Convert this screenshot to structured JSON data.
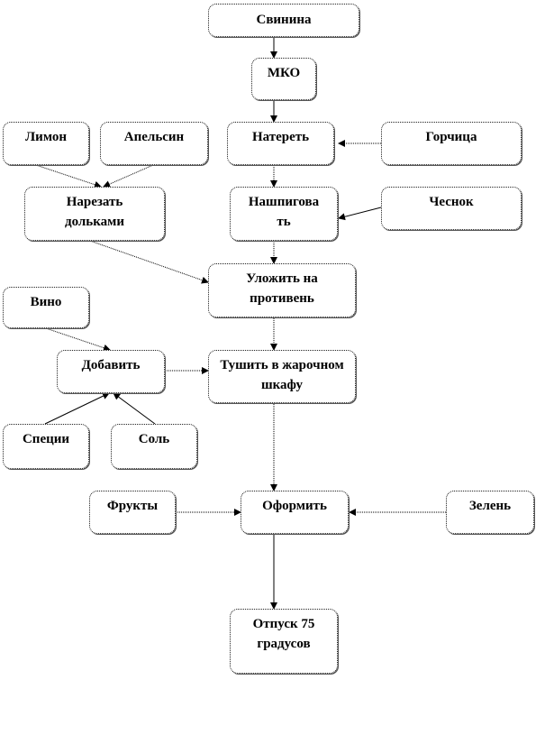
{
  "nodes": {
    "pork": {
      "lines": [
        "Свинина"
      ]
    },
    "mko": {
      "lines": [
        "МКО"
      ]
    },
    "lemon": {
      "lines": [
        "Лимон"
      ]
    },
    "orange": {
      "lines": [
        "Апельсин"
      ]
    },
    "grate": {
      "lines": [
        "Натереть"
      ]
    },
    "mustard": {
      "lines": [
        "Горчица"
      ]
    },
    "slice": {
      "lines": [
        "Нарезать",
        "дольками"
      ]
    },
    "stuff": {
      "lines": [
        "Нашпигова",
        "ть"
      ]
    },
    "garlic": {
      "lines": [
        "Чеснок"
      ]
    },
    "tray": {
      "lines": [
        "Уложить на",
        "противень"
      ]
    },
    "wine": {
      "lines": [
        "Вино"
      ]
    },
    "add": {
      "lines": [
        "Добавить"
      ]
    },
    "stew": {
      "lines": [
        "Тушить в жарочном",
        "шкафу"
      ]
    },
    "spices": {
      "lines": [
        "Специи"
      ]
    },
    "salt": {
      "lines": [
        "Соль"
      ]
    },
    "fruits": {
      "lines": [
        "Фрукты"
      ]
    },
    "decorate": {
      "lines": [
        "Оформить"
      ]
    },
    "greens": {
      "lines": [
        "Зелень"
      ]
    },
    "serve": {
      "lines": [
        "Отпуск 75",
        "градусов"
      ]
    }
  }
}
